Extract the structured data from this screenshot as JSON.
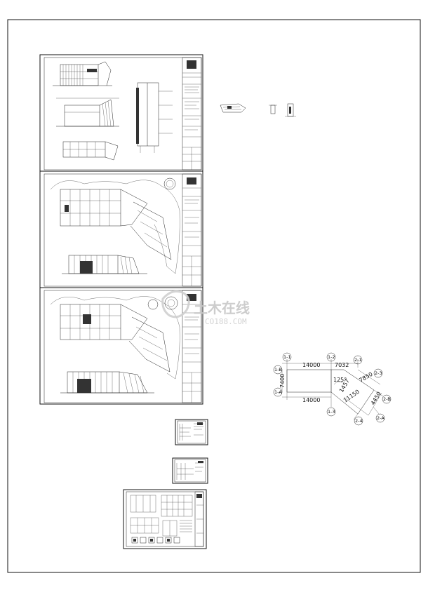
{
  "watermark": {
    "brand": "土木在线",
    "url": "CO188.COM"
  },
  "axis_plan": {
    "dimensions": {
      "top_left": "14000",
      "top_right": "7032",
      "bottom_left": "14000",
      "left_vertical": "7400",
      "diagonal_short": "1457",
      "diagonal_mid": "7850",
      "bottom_diag": "11150",
      "right_vertical": "4450",
      "small_angle": "125°"
    },
    "axis_labels": {
      "top_left": "1-1",
      "top_mid": "1-2",
      "top_right_a": "2-1",
      "right_a": "2-3",
      "left_top": "1-B",
      "left_bottom": "1-A",
      "bottom_mid": "1-3",
      "right_b": "2-B",
      "bottom_right_a": "2-4",
      "bottom_right_b": "2-A"
    }
  }
}
